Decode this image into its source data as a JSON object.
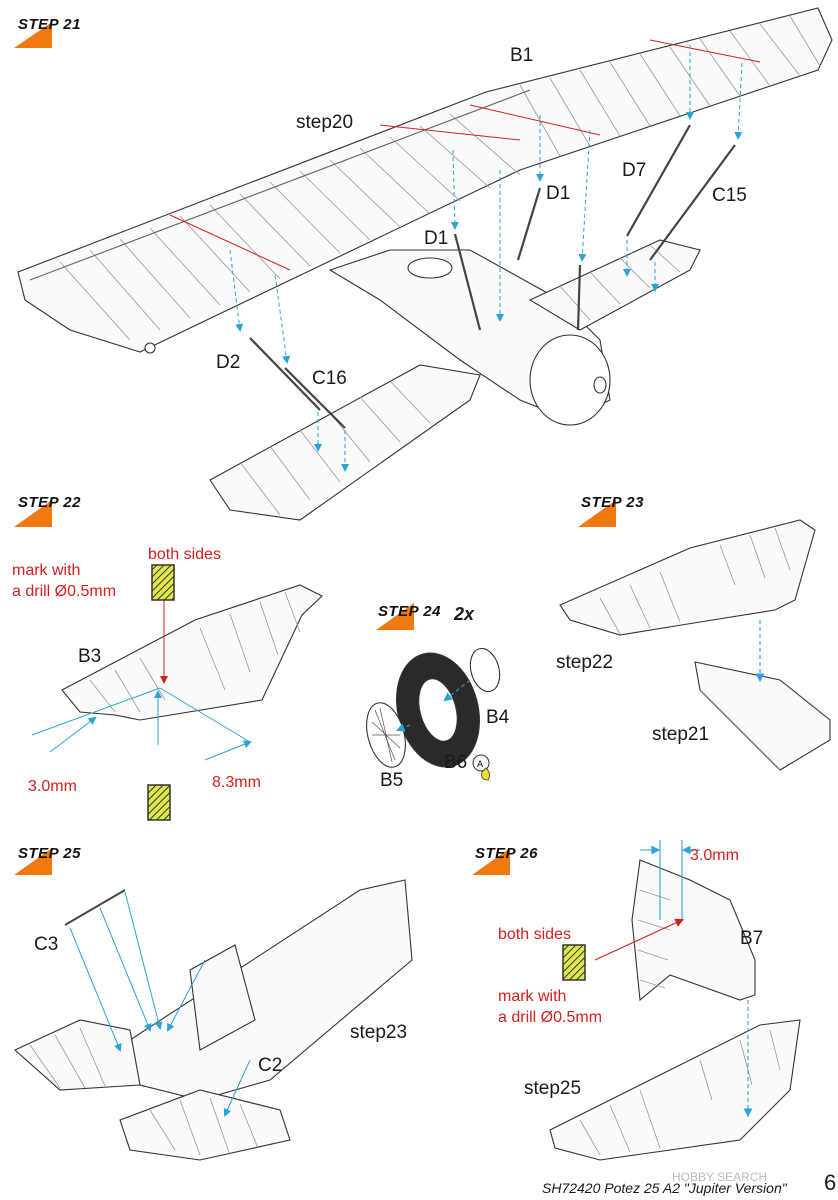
{
  "steps": {
    "s21": "STEP 21",
    "s22": "STEP 22",
    "s23": "STEP 23",
    "s24": "STEP 24",
    "s25": "STEP 25",
    "s26": "STEP 26"
  },
  "step21": {
    "parts": {
      "b1": "B1",
      "step20": "step20",
      "d1a": "D1",
      "d1b": "D1",
      "d7": "D7",
      "c15": "C15",
      "d2": "D2",
      "c16": "C16"
    }
  },
  "step22": {
    "both_sides": "both sides",
    "mark_line1": "mark with",
    "mark_line2": "a drill Ø0.5mm",
    "b3": "B3",
    "dim1": "3.0mm",
    "dim2": "8.3mm"
  },
  "step23": {
    "step22": "step22",
    "step21": "step21"
  },
  "step24": {
    "multiplier": "2x",
    "b4": "B4",
    "b5": "B5",
    "b6": "B6"
  },
  "step25": {
    "c3": "C3",
    "c2": "C2",
    "step23": "step23"
  },
  "step26": {
    "dim": "3.0mm",
    "both_sides": "both sides",
    "mark_line1": "mark with",
    "mark_line2": "a drill Ø0.5mm",
    "b7": "B7",
    "step25": "step25"
  },
  "footer": {
    "text": "SH72420 Potez 25 A2 \"Jupiter Version\"",
    "page": "6",
    "watermark": "HOBBY SEARCH"
  },
  "colors": {
    "accent": "#f07a10",
    "callout": "#d42020",
    "arrow": "#2aa3d6"
  }
}
